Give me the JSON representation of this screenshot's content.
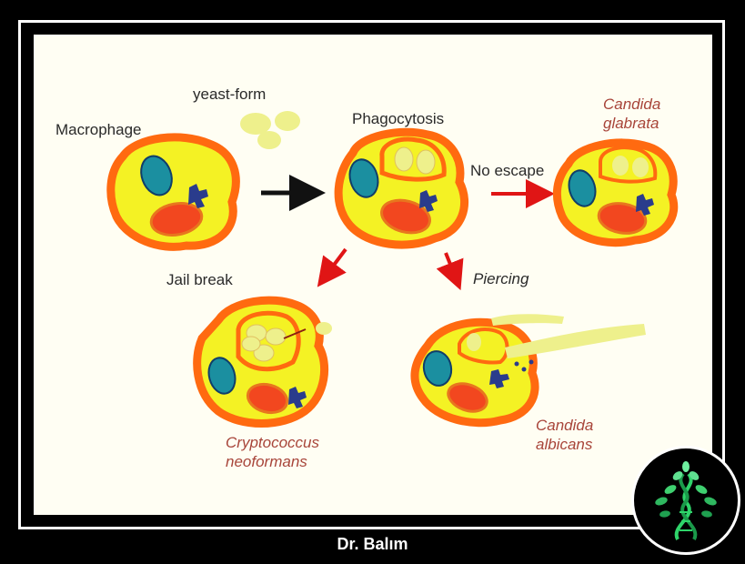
{
  "labels": {
    "yeast_form": "yeast-form",
    "macrophage": "Macrophage",
    "phagocytosis": "Phagocytosis",
    "no_escape": "No escape",
    "jail_break": "Jail break",
    "piercing": "Piercing"
  },
  "species": {
    "glabrata_1": "Candida",
    "glabrata_2": "glabrata",
    "crypto_1": "Cryptococcus",
    "crypto_2": "neoformans",
    "albicans_1": "Candida",
    "albicans_2": "albicans"
  },
  "footer": {
    "author": "Dr. Balım"
  },
  "colors": {
    "membrane": "#ff6a10",
    "cytoplasm": "#f4f224",
    "nucleus": "#1b8fa0",
    "lysosome": "#f2471f",
    "granules": "#2a3c8c",
    "yeast": "#eef08c",
    "arrow_main": "#111111",
    "arrow_pathway": "#e01515"
  }
}
